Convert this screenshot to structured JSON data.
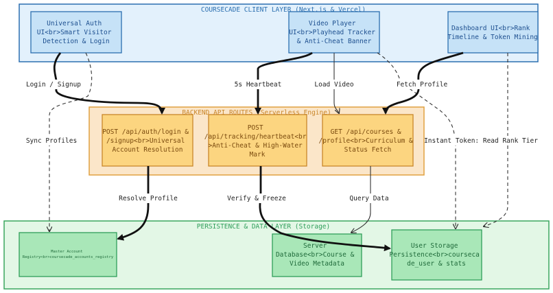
{
  "layers": {
    "client": {
      "title": "COURSECADE CLIENT LAYER (Next.js & Vercel)",
      "color": "#2b6fb0"
    },
    "backend": {
      "title": "BACKEND API ROUTES (Serverless Engine)",
      "color": "#c9862a"
    },
    "persistence": {
      "title": "PERSISTENCE & DATA LAYER (Storage)",
      "color": "#2f9e5a"
    }
  },
  "nodes": {
    "auth": [
      "Universal Auth",
      "UI<br>Smart Visitor",
      "Detection & Login"
    ],
    "video": [
      "Video Player",
      "UI<br>Playhead Tracker",
      "& Anti-Cheat Banner"
    ],
    "dashboard": [
      "Dashboard UI<br>Rank",
      "Timeline & Token Mining"
    ],
    "api_auth": [
      "POST /api/auth/login &",
      "/signup<br>Universal",
      "Account Resolution"
    ],
    "api_heartbeat": [
      "POST",
      "/api/tracking/heartbeat<br",
      ">Anti-Cheat & High-Water",
      "Mark"
    ],
    "api_courses": [
      "GET /api/courses &",
      "/profile<br>Curriculum &",
      "Status Fetch"
    ],
    "registry": [
      "Master Account",
      "Registry<br>coursecade_accounts_registry"
    ],
    "server_db": [
      "Server",
      "Database<br>Course &",
      "Video Metadata"
    ],
    "user_storage": [
      "User Storage",
      "Persistence<br>courseca",
      "de_user & stats"
    ]
  },
  "edges": {
    "login_signup": "Login / Signup",
    "sync_profiles": "Sync Profiles",
    "heartbeat": "5s Heartbeat",
    "load_video": "Load Video",
    "fetch_profile": "Fetch Profile",
    "instant_token": "Instant Token: Read Rank Tier",
    "resolve_profile": "Resolve Profile",
    "verify_freeze": "Verify & Freeze",
    "query_data": "Query Data"
  }
}
